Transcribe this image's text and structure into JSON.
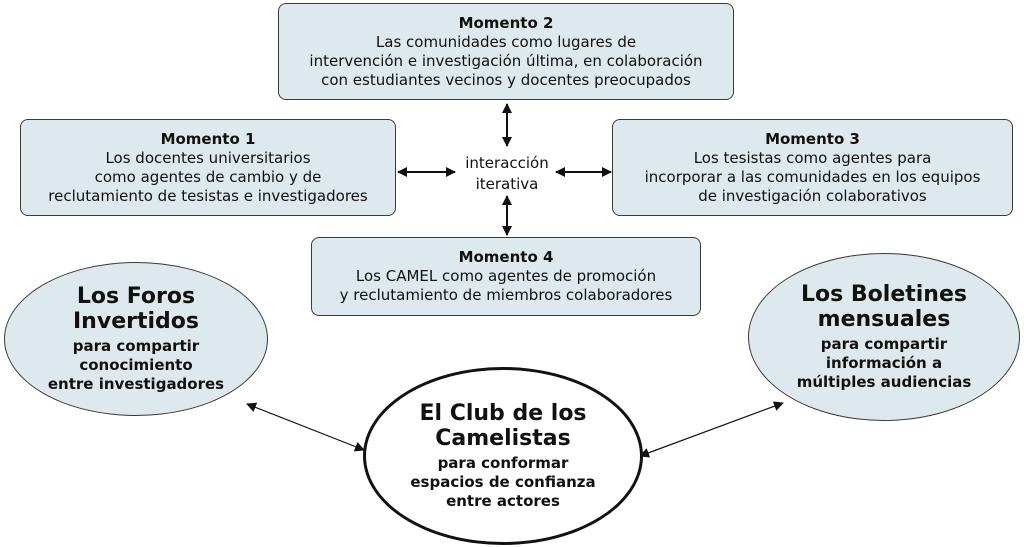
{
  "moments": [
    {
      "title": "Momento 2",
      "lines": [
        "Las comunidades como lugares de",
        "intervención e investigación última, en colaboración",
        "con estudiantes vecinos y docentes preocupados"
      ]
    },
    {
      "title": "Momento 1",
      "lines": [
        "Los docentes universitarios",
        "como agentes de cambio y de",
        "reclutamiento de tesistas e investigadores"
      ]
    },
    {
      "title": "Momento 3",
      "lines": [
        "Los tesistas como agentes para",
        "incorporar a las comunidades en los equipos",
        "de investigación colaborativos"
      ]
    },
    {
      "title": "Momento 4",
      "lines": [
        "Los CAMEL como agentes de promoción",
        "y reclutamiento de miembros colaboradores"
      ]
    }
  ],
  "center_label": {
    "line1": "interacción",
    "line2": "iterativa"
  },
  "foros": {
    "title_lines": [
      "Los Foros",
      "Invertidos"
    ],
    "sub_lines": [
      "para compartir",
      "conocimiento",
      "entre investigadores"
    ]
  },
  "club": {
    "title_lines": [
      "El Club de los",
      "Camelistas"
    ],
    "sub_lines": [
      "para conformar",
      "espacios de confianza",
      "entre actores"
    ]
  },
  "boletines": {
    "title_lines": [
      "Los Boletines",
      "mensuales"
    ],
    "sub_lines": [
      "para compartir",
      "información a",
      "múltiples audiencias"
    ]
  },
  "colors": {
    "box_fill": "#dde9ec",
    "border": "#3a3a3a",
    "center_fill": "#ffffff"
  }
}
